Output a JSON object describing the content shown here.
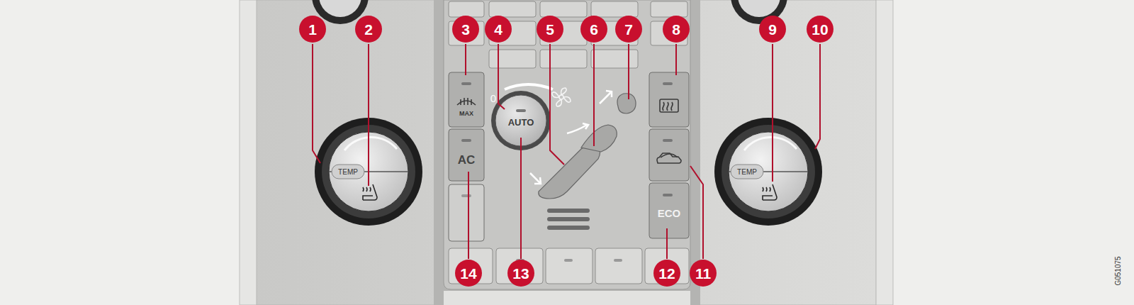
{
  "diagram": {
    "labels": [
      "1",
      "2",
      "3",
      "4",
      "5",
      "6",
      "7",
      "8",
      "9",
      "10",
      "0",
      "MAX",
      "AUTO",
      "AC",
      "TEMP",
      "TEMP",
      "ECO",
      "14",
      "13",
      "12",
      "11",
      "G051075"
    ]
  }
}
